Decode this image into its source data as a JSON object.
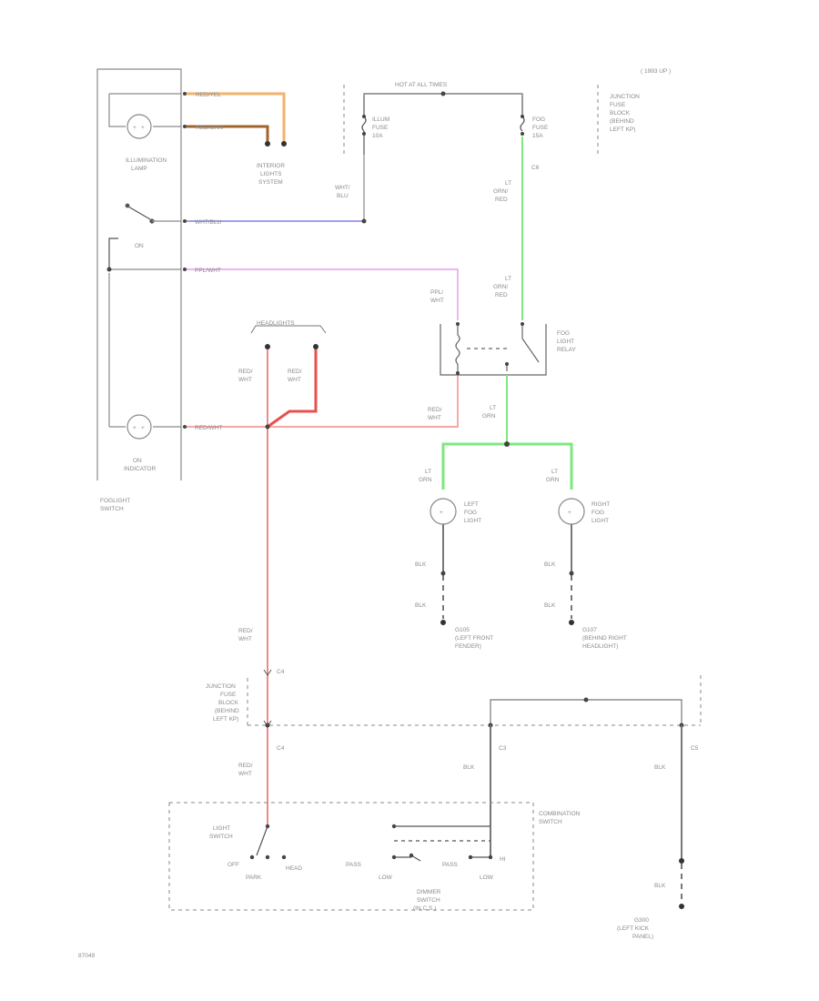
{
  "colors": {
    "ink": "#555555",
    "faint": "#999999",
    "orange": "#f2b36b",
    "brown": "#a0642d",
    "blue": "#8080e6",
    "violet": "#e69ae6",
    "red": "#ef8a8a",
    "darkred": "#e85050",
    "green": "#7ee87e"
  },
  "labels": {
    "hot_at_all_times": "HOT AT ALL TIMES",
    "junction_top": [
      "( 1993 UP )"
    ],
    "junction_block": [
      "JUNCTION",
      "FUSE",
      "BLOCK",
      "(BEHIND",
      "LEFT KP)"
    ],
    "illum_fuse": [
      "ILLUM",
      "FUSE",
      "10A"
    ],
    "fog_fuse": [
      "FOG",
      "FUSE",
      "15A"
    ],
    "c6": "C6",
    "wht_blu": [
      "WHT/",
      "BLU"
    ],
    "wire_red_yel": "RED/YEL",
    "wire_red_grn": "RED/GRN",
    "wire_wht_blu": "WHT/BLU",
    "wire_ppl_wht": "PPL/WHT",
    "wire_red_wht": "RED/WHT",
    "illumination_lamp": [
      "ILLUMINATION",
      "LAMP"
    ],
    "on": "ON",
    "interior_lights": [
      "INTERIOR",
      "LIGHTS",
      "SYSTEM"
    ],
    "lt_grn_red_1": [
      "LT",
      "GRN/",
      "RED"
    ],
    "lt_grn_red_2": [
      "LT",
      "GRN/",
      "RED"
    ],
    "ppl_wht": [
      "PPL/",
      "WHT"
    ],
    "fog_light_relay": [
      "FOG",
      "LIGHT",
      "RELAY"
    ],
    "headlights": "HEADLIGHTS",
    "red_wht_a": [
      "RED/",
      "WHT"
    ],
    "red_wht_b": [
      "RED/",
      "WHT"
    ],
    "red_wht_c": [
      "RED/",
      "WHT"
    ],
    "lt_grn_main": [
      "LT",
      "GRN"
    ],
    "lt_grn_left": [
      "LT",
      "GRN"
    ],
    "lt_grn_right": [
      "LT",
      "GRN"
    ],
    "on_indicator": [
      "ON",
      "INDICATOR"
    ],
    "foglight_switch": [
      "FOGLIGHT",
      "SWITCH"
    ],
    "left_fog_light": [
      "LEFT",
      "FOG",
      "LIGHT"
    ],
    "right_fog_light": [
      "RIGHT",
      "FOG",
      "LIGHT"
    ],
    "blk_l1": "BLK",
    "blk_l2": "BLK",
    "blk_r1": "BLK",
    "blk_r2": "BLK",
    "g105": [
      "G105",
      "(LEFT FRONT",
      "FENDER)"
    ],
    "g107": [
      "G107",
      "(BEHIND RIGHT",
      "HEADLIGHT)"
    ],
    "red_wht_bottom1": [
      "RED/",
      "WHT"
    ],
    "c4_top": "C4",
    "junction_block_left": [
      "JUNCTION",
      "FUSE",
      "BLOCK",
      "(BEHIND",
      "LEFT KP)"
    ],
    "c4_bottom": "C4",
    "red_wht_bottom2": [
      "RED/",
      "WHT"
    ],
    "c3": "C3",
    "c5": "C5",
    "blk_mid": "BLK",
    "blk_right": "BLK",
    "combination_switch": [
      "COMBINATION",
      "SWITCH"
    ],
    "light_switch": [
      "LIGHT",
      "SWITCH"
    ],
    "off": "OFF",
    "park": "PARK",
    "head": "HEAD",
    "pass_left": "PASS",
    "low_left": "LOW",
    "pass_right": "PASS",
    "hi_right": "HI",
    "low_right": "LOW",
    "dimmer_switch": [
      "DIMMER",
      "SWITCH",
      "(IN C.S.)"
    ],
    "blk_ground": "BLK",
    "g300": [
      "G300",
      "(LEFT KICK",
      "PANEL)"
    ],
    "code": "87049"
  }
}
